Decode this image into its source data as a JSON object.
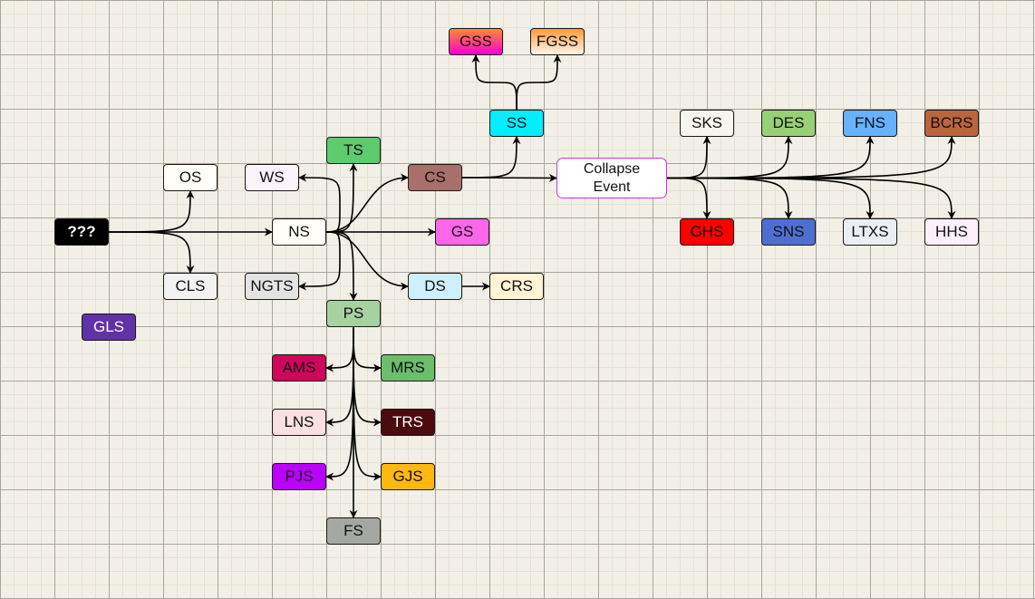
{
  "diagram": {
    "nodes": [
      {
        "id": "unknown",
        "label": "???",
        "fill": "#000000",
        "text": "#ffffff",
        "bold": true
      },
      {
        "id": "os",
        "label": "OS",
        "fill": "#fffef8",
        "text": "#111111"
      },
      {
        "id": "cls",
        "label": "CLS",
        "fill": "#f2f2f2",
        "text": "#111111"
      },
      {
        "id": "gls",
        "label": "GLS",
        "fill": "#6131a6",
        "text": "#ffffff"
      },
      {
        "id": "ns",
        "label": "NS",
        "fill": "#fffef8",
        "text": "#111111"
      },
      {
        "id": "ws",
        "label": "WS",
        "fill": "#fdf4fb",
        "text": "#111111"
      },
      {
        "id": "ngts",
        "label": "NGTS",
        "fill": "#e3e3e3",
        "text": "#111111"
      },
      {
        "id": "ts",
        "label": "TS",
        "fill": "#5dcb6e",
        "text": "#111111"
      },
      {
        "id": "cs",
        "label": "CS",
        "fill": "#a8706a",
        "text": "#111111"
      },
      {
        "id": "gs",
        "label": "GS",
        "fill": "#ff66e8",
        "text": "#111111"
      },
      {
        "id": "ds",
        "label": "DS",
        "fill": "#cef0fe",
        "text": "#111111"
      },
      {
        "id": "crs",
        "label": "CRS",
        "fill": "#fff4d3",
        "text": "#111111"
      },
      {
        "id": "ps",
        "label": "PS",
        "fill": "#a6d2a0",
        "text": "#111111"
      },
      {
        "id": "ss",
        "label": "SS",
        "fill": "#00eeff",
        "text": "#111111"
      },
      {
        "id": "gss",
        "label": "GSS",
        "fill": "linear-gradient(to bottom, #ff8a33, #ff00d0)",
        "text": "#111111"
      },
      {
        "id": "fgss",
        "label": "FGSS",
        "fill": "linear-gradient(to bottom, #ff9a3a, #fff6ea)",
        "text": "#111111"
      },
      {
        "id": "collapse",
        "label": "Collapse Event",
        "fill": "#ffffff",
        "text": "#111111",
        "border": "#d233d2"
      },
      {
        "id": "sks",
        "label": "SKS",
        "fill": "#f6f6ee",
        "text": "#111111"
      },
      {
        "id": "des",
        "label": "DES",
        "fill": "#97d077",
        "text": "#111111"
      },
      {
        "id": "fns",
        "label": "FNS",
        "fill": "#66b2ff",
        "text": "#111111"
      },
      {
        "id": "bcrs",
        "label": "BCRS",
        "fill": "#bb653f",
        "text": "#111111"
      },
      {
        "id": "ghs",
        "label": "GHS",
        "fill": "#ff0000",
        "text": "#111111"
      },
      {
        "id": "sns",
        "label": "SNS",
        "fill": "#4f6fd0",
        "text": "#111111"
      },
      {
        "id": "ltxs",
        "label": "LTXS",
        "fill": "#ebeff3",
        "text": "#111111"
      },
      {
        "id": "hhs",
        "label": "HHS",
        "fill": "#fdf0fd",
        "text": "#111111"
      },
      {
        "id": "ams",
        "label": "AMS",
        "fill": "#d0065a",
        "text": "#111111"
      },
      {
        "id": "mrs",
        "label": "MRS",
        "fill": "#6cbd6e",
        "text": "#111111"
      },
      {
        "id": "lns",
        "label": "LNS",
        "fill": "#fae0e2",
        "text": "#111111"
      },
      {
        "id": "trs",
        "label": "TRS",
        "fill": "#4b0a0e",
        "text": "#ffffff"
      },
      {
        "id": "pjs",
        "label": "PJS",
        "fill": "#bb00ff",
        "text": "#111111"
      },
      {
        "id": "gjs",
        "label": "GJS",
        "fill": "#ffb810",
        "text": "#111111"
      },
      {
        "id": "fs",
        "label": "FS",
        "fill": "#a5a8a2",
        "text": "#111111"
      }
    ],
    "edges": [
      {
        "from": "unknown",
        "to": "os"
      },
      {
        "from": "unknown",
        "to": "ns"
      },
      {
        "from": "unknown",
        "to": "cls"
      },
      {
        "from": "ns",
        "to": "ws"
      },
      {
        "from": "ns",
        "to": "ts"
      },
      {
        "from": "ns",
        "to": "cs"
      },
      {
        "from": "ns",
        "to": "gs"
      },
      {
        "from": "ns",
        "to": "ds"
      },
      {
        "from": "ns",
        "to": "ngts"
      },
      {
        "from": "ns",
        "to": "ps"
      },
      {
        "from": "ds",
        "to": "crs"
      },
      {
        "from": "cs",
        "to": "ss"
      },
      {
        "from": "cs",
        "to": "collapse"
      },
      {
        "from": "ss",
        "to": "gss"
      },
      {
        "from": "ss",
        "to": "fgss"
      },
      {
        "from": "collapse",
        "to": "sks"
      },
      {
        "from": "collapse",
        "to": "des"
      },
      {
        "from": "collapse",
        "to": "fns"
      },
      {
        "from": "collapse",
        "to": "bcrs"
      },
      {
        "from": "collapse",
        "to": "ghs"
      },
      {
        "from": "collapse",
        "to": "sns"
      },
      {
        "from": "collapse",
        "to": "ltxs"
      },
      {
        "from": "collapse",
        "to": "hhs"
      },
      {
        "from": "ps",
        "to": "ams"
      },
      {
        "from": "ps",
        "to": "mrs"
      },
      {
        "from": "ps",
        "to": "lns"
      },
      {
        "from": "ps",
        "to": "trs"
      },
      {
        "from": "ps",
        "to": "pjs"
      },
      {
        "from": "ps",
        "to": "gjs"
      },
      {
        "from": "ps",
        "to": "fs"
      }
    ]
  }
}
